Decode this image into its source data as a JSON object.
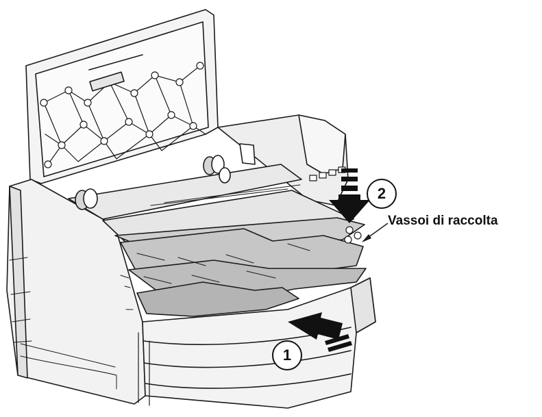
{
  "diagram": {
    "steps": [
      {
        "number": "1",
        "action": "insert tray"
      },
      {
        "number": "2",
        "action": "press down"
      }
    ],
    "callout_label": "Vassoi di raccolta",
    "colors": {
      "line": "#1a1a1a",
      "body_fill": "#f5f5f5",
      "shade_fill": "#d8d8d8",
      "tray_fill": "#c8c8c8",
      "arrow_fill": "#111111"
    }
  }
}
